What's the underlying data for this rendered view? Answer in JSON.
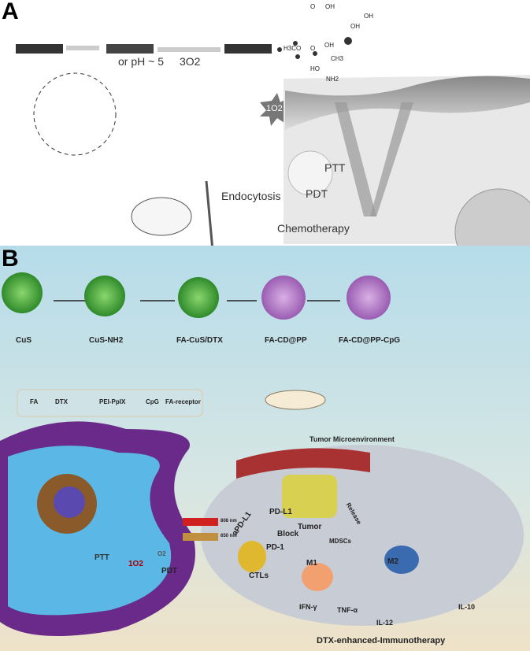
{
  "panel_a": {
    "label": "A",
    "condition": "or pH ~ 5",
    "triplet_oxygen": "3O2",
    "singlet_oxygen": "1O2",
    "endocytosis": "Endocytosis",
    "ptt": "PTT",
    "pdt": "PDT",
    "chemotherapy": "Chemotherapy",
    "drug_structure_labels": [
      "OH",
      "OH",
      "OH",
      "OH",
      "H3CO",
      "O",
      "O",
      "CH3",
      "HO",
      "NH2"
    ]
  },
  "panel_b": {
    "label": "B",
    "stages": [
      "CuS",
      "CuS-NH2",
      "FA-CuS/DTX",
      "FA-CD@PP",
      "FA-CD@PP-CpG"
    ],
    "legend": [
      "FA",
      "DTX",
      "PEI-PpIX",
      "CpG",
      "FA-receptor"
    ],
    "cell": {
      "ptt": "PTT",
      "singlet_oxygen": "1O2",
      "pdt": "PDT",
      "oxygen": "O2",
      "lasers": [
        "808 nm",
        "650 nm"
      ]
    },
    "microenvironment": {
      "title": "Tumor Microenvironment",
      "tumor": "Tumor",
      "apdl1": "aPD-L1",
      "pdl1": "PD-L1",
      "block": "Block",
      "release": "Release",
      "mdscs": "MDSCs",
      "pd1": "PD-1",
      "m1": "M1",
      "m2": "M2",
      "ctls": "CTLs",
      "ifn": "IFN-γ",
      "tnf": "TNF-α",
      "il12": "IL-12",
      "il10": "IL-10"
    },
    "caption": "DTX-enhanced-Immunotherapy"
  },
  "colors": {
    "cus_green": "#3fa535",
    "ppix_purple": "#b27fc6",
    "cell_purple": "#6a2a8a",
    "cytoplasm": "#5ab7e6",
    "fa_orange": "#e8a040",
    "vessel": "#a83232",
    "tumor_yellow": "#d8d050"
  }
}
